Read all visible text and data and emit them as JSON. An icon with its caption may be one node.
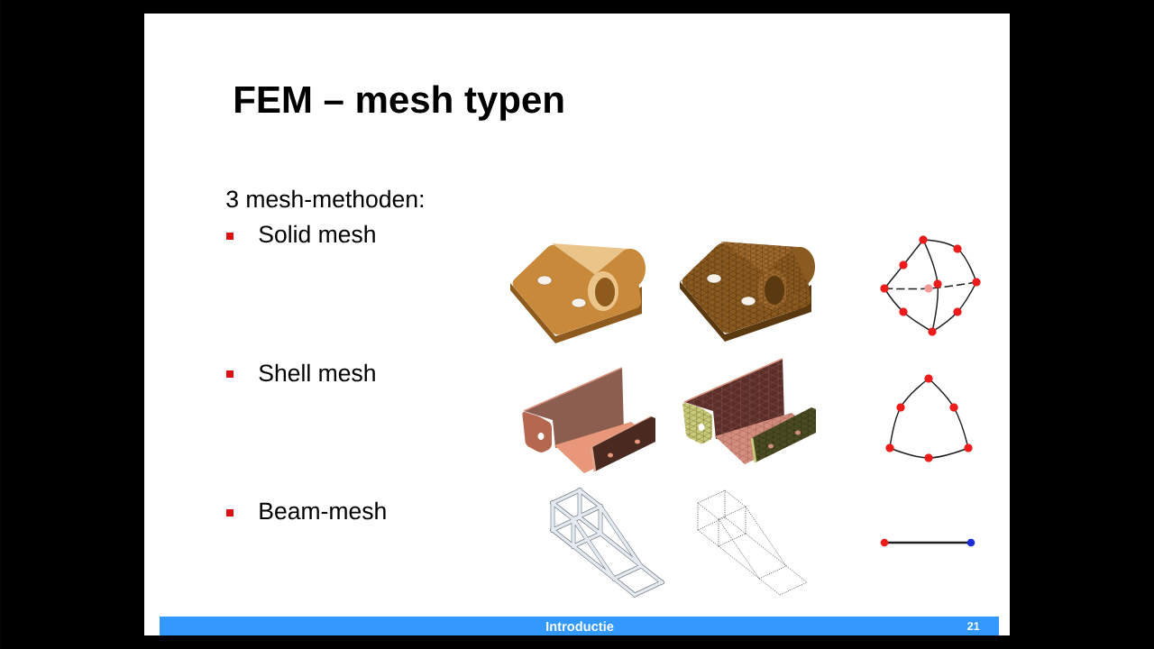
{
  "diagram": {
    "title": "FEM – mesh typen",
    "labels": [
      "3 mesh-methoden:",
      "Solid mesh",
      "Shell mesh",
      "Beam-mesh",
      "Introductie",
      "21"
    ]
  }
}
